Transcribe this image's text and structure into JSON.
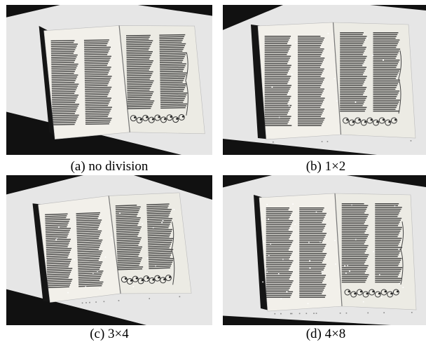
{
  "figure": {
    "panels": [
      {
        "id": "a",
        "caption": "(a) no division"
      },
      {
        "id": "b",
        "caption": "(b) 1×2"
      },
      {
        "id": "c",
        "caption": "(c) 3×4"
      },
      {
        "id": "d",
        "caption": "(d) 4×8"
      }
    ]
  },
  "colors": {
    "background": "#111111",
    "table": "#e6e6e6",
    "page": "#f2f0ea",
    "text_block": "#2a2a2a",
    "feature_mark": "#ffffff"
  }
}
